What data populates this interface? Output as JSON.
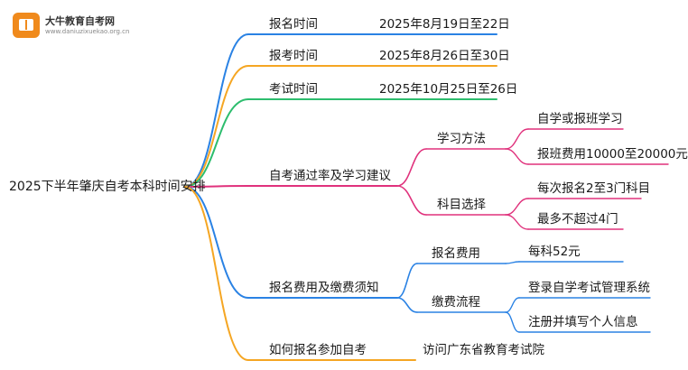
{
  "logo": {
    "name": "大牛教育自考网",
    "url": "www.daniuzixuekao.org.cn"
  },
  "mindmap": {
    "root": "2025下半年肇庆自考本科时间安排",
    "colors": {
      "blue": "#2a82e4",
      "orange": "#f5a623",
      "green": "#2dbd6e",
      "magenta": "#e0317c"
    },
    "branches": [
      {
        "label": "报名时间",
        "color": "blue",
        "children": [
          {
            "label": "2025年8月19日至22日"
          }
        ]
      },
      {
        "label": "报考时间",
        "color": "orange",
        "children": [
          {
            "label": "2025年8月26日至30日"
          }
        ]
      },
      {
        "label": "考试时间",
        "color": "green",
        "children": [
          {
            "label": "2025年10月25日至26日"
          }
        ]
      },
      {
        "label": "自考通过率及学习建议",
        "color": "magenta",
        "children": [
          {
            "label": "学习方法",
            "children": [
              {
                "label": "自学或报班学习"
              },
              {
                "label": "报班费用10000至20000元"
              }
            ]
          },
          {
            "label": "科目选择",
            "children": [
              {
                "label": "每次报名2至3门科目"
              },
              {
                "label": "最多不超过4门"
              }
            ]
          }
        ]
      },
      {
        "label": "报名费用及缴费须知",
        "color": "blue",
        "children": [
          {
            "label": "报名费用",
            "children": [
              {
                "label": "每科52元"
              }
            ]
          },
          {
            "label": "缴费流程",
            "children": [
              {
                "label": "登录自学考试管理系统"
              },
              {
                "label": "注册并填写个人信息"
              }
            ]
          }
        ]
      },
      {
        "label": "如何报名参加自考",
        "color": "orange",
        "children": [
          {
            "label": "访问广东省教育考试院"
          }
        ]
      }
    ]
  }
}
